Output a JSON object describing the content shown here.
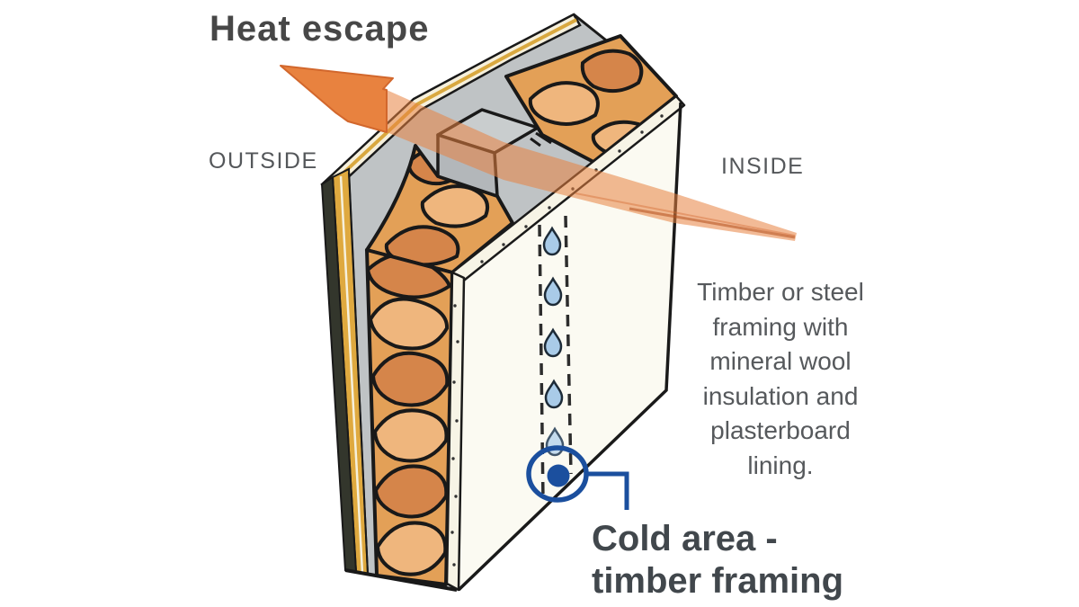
{
  "title": "Heat escape",
  "labels": {
    "outside": "OUTSIDE",
    "inside": "INSIDE"
  },
  "annotation": {
    "lines": [
      "Timber or steel",
      "framing with",
      "mineral wool",
      "insulation and",
      "plasterboard",
      "lining."
    ]
  },
  "callout": {
    "lines": [
      "Cold area -",
      "timber framing"
    ]
  },
  "diagram": {
    "droplet_count": 5,
    "icons": [
      "heat-arrow-icon",
      "water-droplet-icon",
      "cold-spot-marker"
    ],
    "colors": {
      "heat_arrow_orange": "#e8823f",
      "insulation_orange": "#e3a057",
      "insulation_blob_dark": "#d5854a",
      "insulation_blob_light": "#efb67d",
      "sheathing_gray": "#bfc3c5",
      "stud_gray": "#b3b7ba",
      "cladding_yellow": "#dfa93f",
      "plasterboard_white": "#f7f4e6",
      "droplet_blue": "#a9cbe8",
      "callout_blue": "#1b4f9e",
      "outline_black": "#191919",
      "text_dark_gray": "#474747",
      "text_gray": "#56595c"
    }
  }
}
